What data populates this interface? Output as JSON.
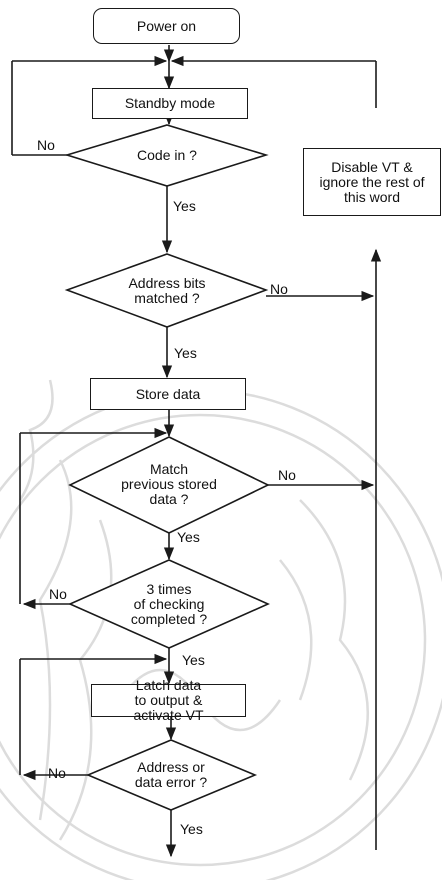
{
  "nodes": {
    "power_on": "Power on",
    "standby": "Standby mode",
    "code_in": "Code in ?",
    "address_match": "Address bits\nmatched ?",
    "store": "Store data",
    "match_prev": "Match\nprevious stored\ndata ?",
    "three_times": "3 times\nof checking\ncompleted ?",
    "latch": "Latch data\nto output &\nactivate VT",
    "addr_error": "Address or\ndata error ?",
    "disable": "Disable VT &\nignore the rest of\nthis word"
  },
  "labels": {
    "no_code": "No",
    "yes_code": "Yes",
    "no_addr": "No",
    "yes_addr": "Yes",
    "no_match": "No",
    "yes_match": "Yes",
    "no_three": "No",
    "yes_three": "Yes",
    "no_error": "No",
    "yes_error": "Yes"
  },
  "colors": {
    "line": "#1a1a1a",
    "watermark": "#d9d9d9"
  }
}
